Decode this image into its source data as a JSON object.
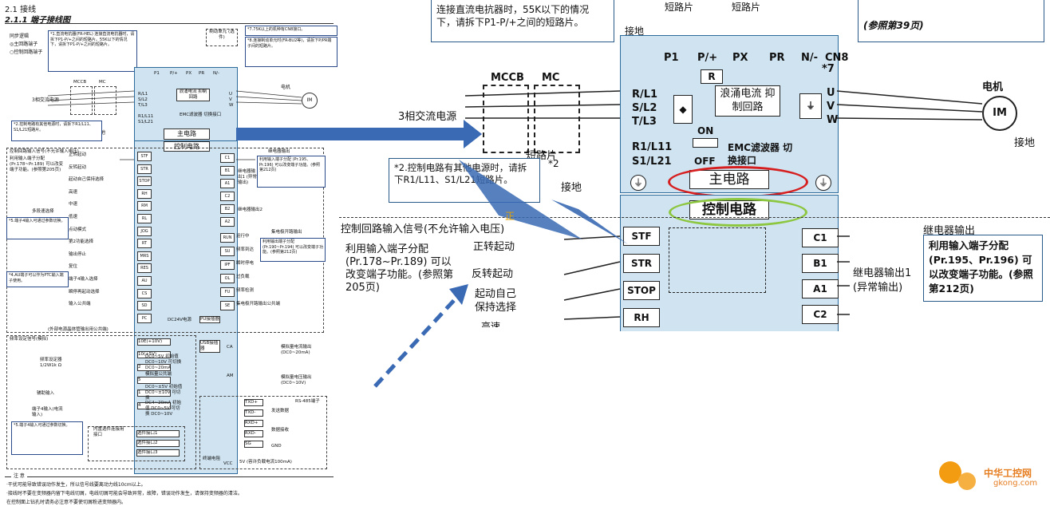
{
  "left_page": {
    "section": "2.1 接线",
    "subsection": "2.1.1 端子接线图",
    "logic": {
      "title": "同步逻辑",
      "opt1": "◎主回路端子",
      "opt2": "○控制回路端子"
    },
    "note1": "*1.直流电抗器(FR-HEL) 连接直流电抗器时，请拆下P1-P/+之间的短路片。55K以下的情况下，请拆下P1-P/+之间的短路片。",
    "note7": "*7.75K以上的机种有CN8接口。",
    "brake_note": "*8.连接制动单元时(FR-BU2等)，请拆下P/PR端子间的短路片。",
    "brake_box": "制动单元 (选件)",
    "mccb": "MCCB",
    "mc": "MC",
    "power": "3相交流电源",
    "motor": "电机",
    "im": "IM",
    "ground": "接地",
    "short_piece": "短路片",
    "p_terms": [
      "P1",
      "P/+",
      "PX",
      "PR",
      "N/-",
      "CN8"
    ],
    "in_terms": [
      "R/L1",
      "S/L2",
      "T/L3",
      "R1/L11",
      "S1/L21"
    ],
    "out_terms": [
      "U",
      "V",
      "W"
    ],
    "r_label": "R",
    "surge": "浪涌电流 抑制回路",
    "emc": "EMC滤波器 切换接口",
    "emc_on": "ON",
    "emc_off": "OFF",
    "main_circuit": "主电路",
    "control_circuit": "控制电路",
    "note2": "*2.控制电路有其他电源时，请拆下R1/L11、S1/L21短路片。",
    "ctrl_in_title": "控制回路输入信号(不允许输入电压)",
    "assign_in": "利用输入端子分配 (Pr.178~Pr.189) 可以改变端子功能。(参照第205页)",
    "inputs": [
      {
        "t": "STF",
        "l": "正转起动"
      },
      {
        "t": "STR",
        "l": "反转起动"
      },
      {
        "t": "STOP",
        "l": "起动自己保持选择"
      },
      {
        "t": "RH",
        "l": "高速"
      },
      {
        "t": "RM",
        "l": "中速"
      },
      {
        "t": "RL",
        "l": "低速"
      },
      {
        "t": "JOG",
        "l": "点动模式"
      },
      {
        "t": "RT",
        "l": "第2功能选择"
      },
      {
        "t": "MRS",
        "l": "输出停止"
      },
      {
        "t": "RES",
        "l": "复位"
      },
      {
        "t": "AU",
        "l": "端子4输入选择"
      },
      {
        "t": "CS",
        "l": "瞬停再起动选择"
      },
      {
        "t": "SD",
        "l": "输入公共端"
      },
      {
        "t": "PC",
        "l": ""
      }
    ],
    "multi_speed": "多段速选择",
    "relay_title": "继电器输出",
    "assign_relay": "利用输入端子分配 (Pr.195、Pr.196) 可以改变端子功能。(参照第212页)",
    "relay_terms": [
      "C1",
      "B1",
      "A1",
      "C2",
      "B2",
      "A2"
    ],
    "relay1": "继电器输出1 (异常输出)",
    "relay2": "继电器输出2",
    "oc_title": "集电极开路输出",
    "oc_terms": [
      "RUN",
      "SU",
      "IPF",
      "OL",
      "FU",
      "SE"
    ],
    "oc_labels": [
      "运行中",
      "频率到达",
      "瞬时停电",
      "过负载",
      "频率检测",
      "集电极开路输出公共端"
    ],
    "assign_oc": "利用输出端子分配 (Pr.190~Pr.194) 可以改变端子功能。(参照第212页)",
    "dc24": "DC24V电源",
    "dc24_sub": "(外部电源晶体管输出用公共端)",
    "pu": "PU接插器",
    "usb": "USB接插器",
    "freq_title": "频率设定信号(模拟)",
    "freq_terms": [
      "10E(+10V)",
      "10(+5V)",
      "2",
      "5",
      "1",
      "4"
    ],
    "freq_lbl": "频率设定器 1/2W1k Ω",
    "aux": "辅助输入",
    "t4in": "端子4输入(电流输入)",
    "ranges2": "DC0~5V 初始值 DC0~10V 可切换 DC0~20mA",
    "common": "模拟量公共端",
    "ranges1": "DC0~±5V 初始值 DC0~±10V 可切换",
    "ranges4": "DC4~20mA 初始值 DC0~5V 可切换 DC0~10V",
    "ca": "CA",
    "am": "AM",
    "ca_lbl": "模拟量电流输出 (DC0~20mA)",
    "am_lbl": "模拟量电压输出 (DC0~10V)",
    "rs485": "RS-485端子",
    "rs_terms": [
      "TXD+",
      "TXD-",
      "RXD+",
      "RXD-",
      "SG"
    ],
    "send": "发送数据",
    "recv": "数据接收",
    "gnd": "GND",
    "vcc": "VCC",
    "vcc_lbl": "5V (容许负载电流100mA)",
    "term_res": "终端电阻",
    "opt_title": "内置选件连接用接口",
    "opt_ports": [
      "选件接口1",
      "选件接口2",
      "选件接口3"
    ],
    "note4": "*4.AU端子可以作为PTC输入端子使用。",
    "note5": "*5.端子4输入可通过参数切换。",
    "caution_title": "注 意",
    "caution1": "·干扰可能导致错误动作发生，所以信号线要离动力线10cm以上。",
    "caution2": "·接线时不要在变频器内留下电线切屑，电线切屑可能会导致异常，故障，错误动作发生，请保持变频器的清洁。",
    "caution3": "在控制面上钻孔时请务必注意不要使切屑粉进变频器内。"
  },
  "zoom": {
    "top_note": "连接直流电抗器时，55K以下的情况下，请拆下P1-P/+之间的短路片。",
    "top_note_l1": "连接直流电抗器时，55K以下的情况",
    "top_note_l2": "下，请拆下P1-P/+之间的短路片。",
    "ref39": "(参照第39页)",
    "ground_top": "接地",
    "short_top1": "短路片",
    "short_top2": "短路片",
    "star7": "*7",
    "star2": "*2",
    "zheng": "正",
    "relay_ref": "(参照第212页)"
  },
  "watermark": {
    "cn": "中华工控网",
    "url": "gkong.com"
  },
  "colors": {
    "panel": "#cfe3f1",
    "red_ellipse": "#d71e1e",
    "green_ellipse": "#8dc63f",
    "arrow": "#3a6ab4"
  }
}
